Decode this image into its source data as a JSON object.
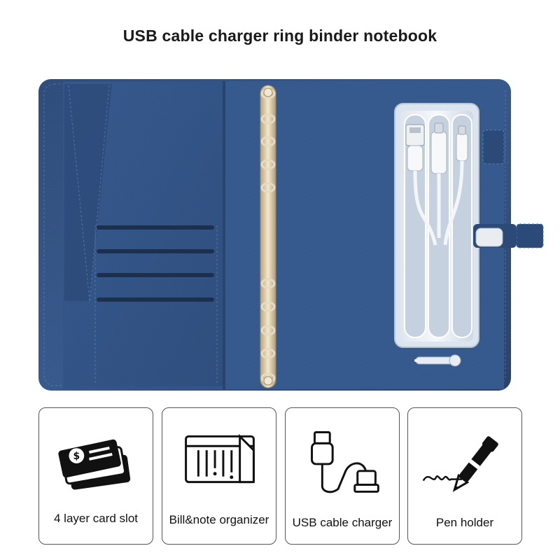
{
  "title": "USB cable charger ring binder notebook",
  "colors": {
    "cover_blue": "#2f4f80",
    "cover_dark": "#243f69",
    "ring_gold": "#d9c9a3",
    "tray_silver": "#c9d2de"
  },
  "features": [
    {
      "label": "4 layer card slot",
      "icon": "card-stack-icon"
    },
    {
      "label": "Bill&note organizer",
      "icon": "document-organizer-icon"
    },
    {
      "label": "USB cable charger",
      "icon": "usb-cable-icon"
    },
    {
      "label": "Pen holder",
      "icon": "pen-signature-icon"
    }
  ]
}
